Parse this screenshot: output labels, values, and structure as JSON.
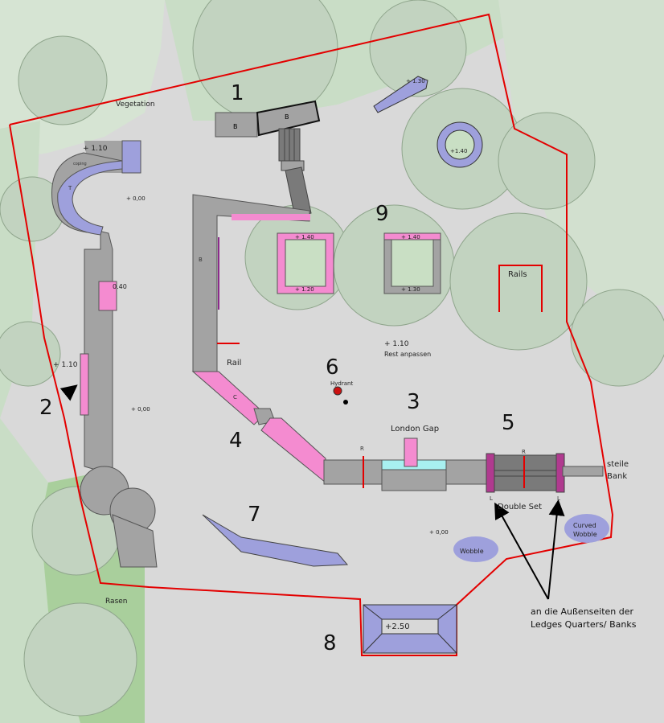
{
  "zone_numbers": {
    "z1": "1",
    "z2": "2",
    "z3": "3",
    "z4": "4",
    "z5": "5",
    "z6": "6",
    "z7": "7",
    "z8": "8",
    "z9": "9"
  },
  "area_labels": {
    "vegetation": "Vegetation",
    "rasen": "Rasen",
    "rail": "Rail",
    "rails": "Rails",
    "hydrant": "Hydrant",
    "london_gap": "London Gap",
    "double_set": "Double Set",
    "wobble": "Wobble",
    "curved_wobble_1": "Curved",
    "curved_wobble_2": "Wobble",
    "steile_bank_1": "steile",
    "steile_bank_2": "Bank",
    "rest_anpassen": "Rest anpassen"
  },
  "heights": {
    "h_top_corner": "+ 1.10",
    "h_ground_1": "+ 0,00",
    "h_ledge_040": "0.40",
    "h_left_110": "+ 1.10",
    "h_ground_2": "+ 0,00",
    "h_bank_top": "+ 1.30",
    "h_round": "+1.40",
    "h_planter1_top": "+ 1.40",
    "h_planter1_bottom": "+ 1.20",
    "h_planter2_top": "+ 1.40",
    "h_planter2_bottom": "+ 1.30",
    "h_center_110": "+ 1.10",
    "h_ground_3": "+ 0,00",
    "h_pyramid": "+2.50"
  },
  "element_codes": {
    "B": "B",
    "C": "C",
    "T": "T",
    "R": "R",
    "L": "L",
    "coping": "coping"
  },
  "annotation": {
    "line1": "an die Außenseiten der",
    "line2": "Ledges Quarters/ Banks"
  },
  "colors": {
    "ground": "#d9d9d9",
    "vegetation": "#c9ddc6",
    "tree_canopy": "#c2d3c0",
    "lawn": "#a9cf9c",
    "boundary": "#e30000",
    "ledge_gray": "#a3a3a3",
    "coping_pink": "#f48bd0",
    "transition_blue": "#9ea0dc",
    "gap_cyan": "#a8f0f0",
    "hydrant": "#cc1111"
  }
}
